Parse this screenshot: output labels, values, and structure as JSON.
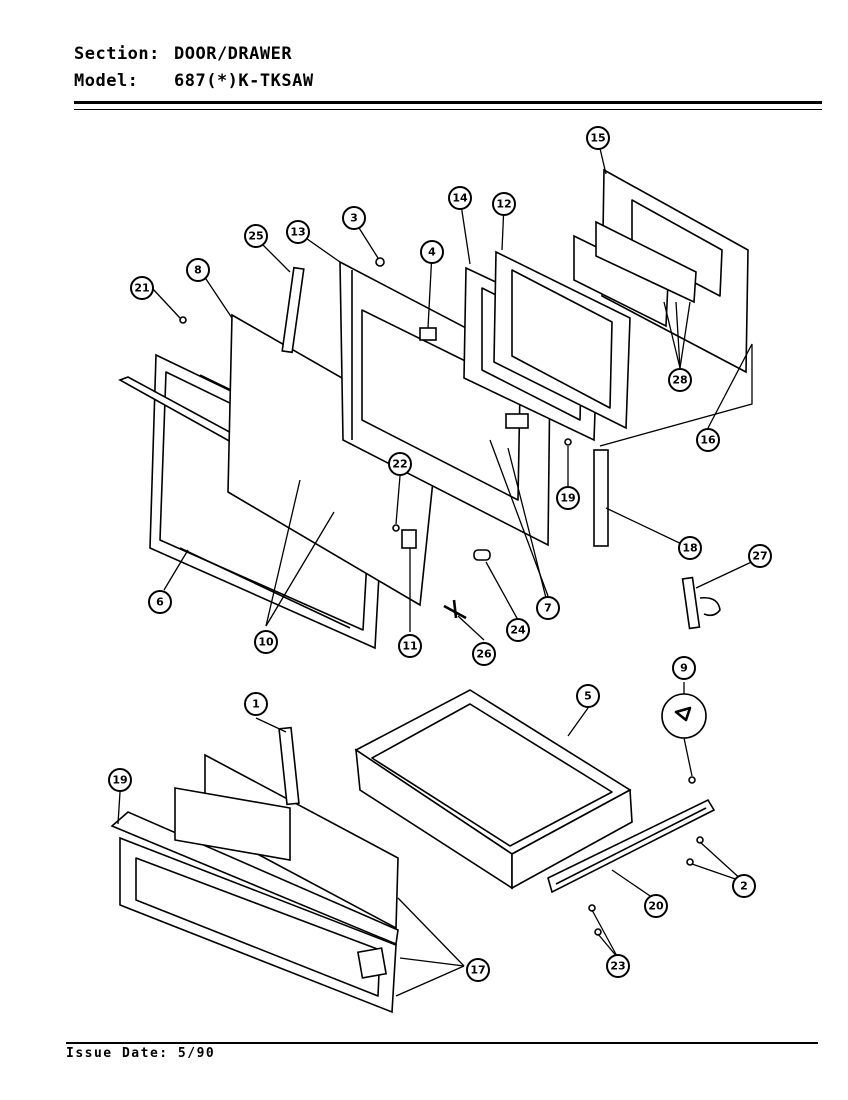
{
  "header": {
    "section_label": "Section:",
    "section_value": "DOOR/DRAWER",
    "model_label": "Model:",
    "model_value": "687(*)K-TKSAW"
  },
  "footer": {
    "issue_label": "Issue Date:",
    "issue_value": "5/90"
  },
  "callouts": [
    "1",
    "2",
    "3",
    "4",
    "5",
    "6",
    "7",
    "8",
    "9",
    "10",
    "11",
    "12",
    "13",
    "14",
    "15",
    "16",
    "17",
    "18",
    "19",
    "20",
    "21",
    "22",
    "23",
    "24",
    "25",
    "26",
    "27",
    "28",
    "19"
  ]
}
